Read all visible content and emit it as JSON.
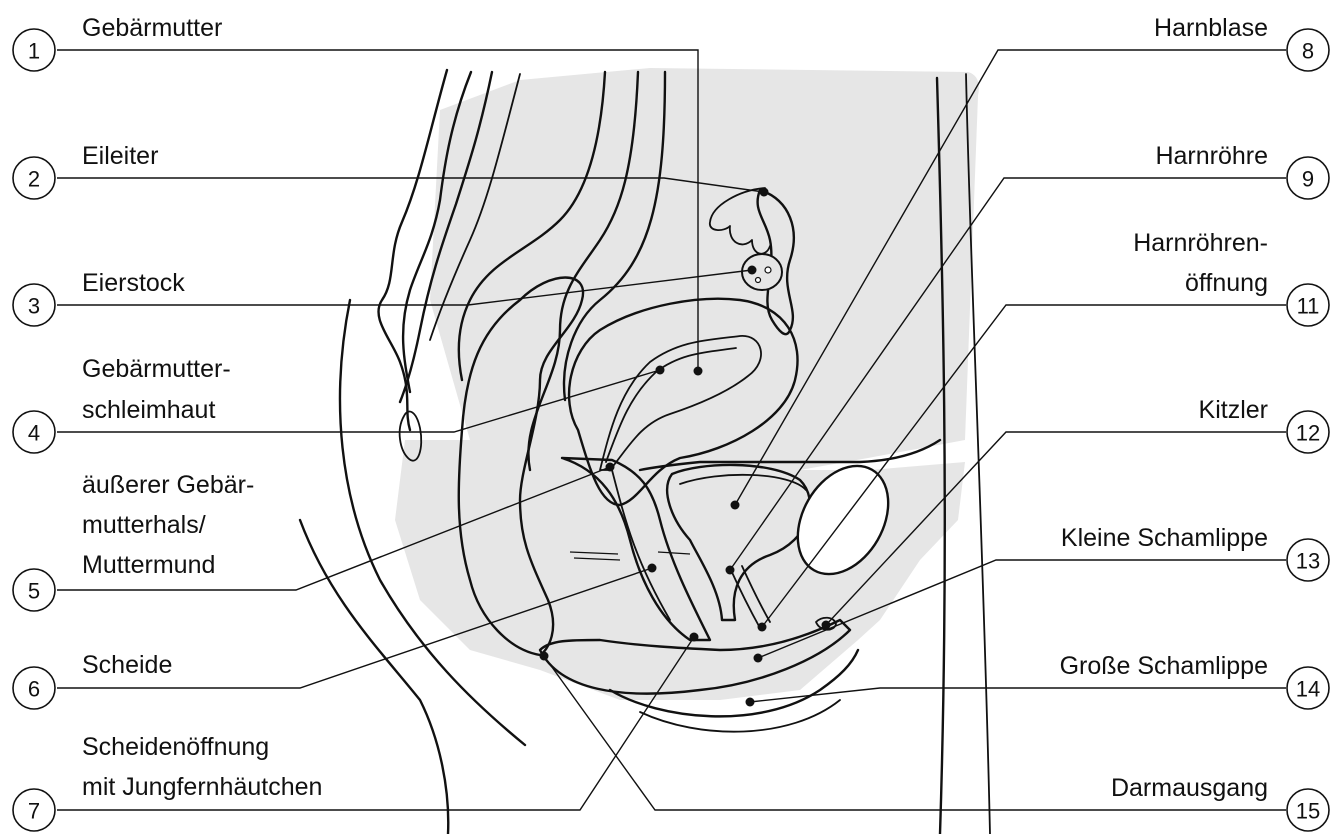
{
  "labels": [
    {
      "num": "1",
      "text_lines": [
        "Gebärmutter"
      ]
    },
    {
      "num": "2",
      "text_lines": [
        "Eileiter"
      ]
    },
    {
      "num": "3",
      "text_lines": [
        "Eierstock"
      ]
    },
    {
      "num": "4",
      "text_lines": [
        "Gebärmutter-",
        "schleimhaut"
      ]
    },
    {
      "num": "5",
      "text_lines": [
        "äußerer Gebär-",
        "mutterhals/",
        "Muttermund"
      ]
    },
    {
      "num": "6",
      "text_lines": [
        "Scheide"
      ]
    },
    {
      "num": "7",
      "text_lines": [
        "Scheidenöffnung",
        "mit Jungfernhäutchen"
      ]
    },
    {
      "num": "8",
      "text_lines": [
        "Harnblase"
      ]
    },
    {
      "num": "9",
      "text_lines": [
        "Harnröhre"
      ]
    },
    {
      "num": "11",
      "text_lines": [
        "Harnröhren-",
        "öffnung"
      ]
    },
    {
      "num": "12",
      "text_lines": [
        "Kitzler"
      ]
    },
    {
      "num": "13",
      "text_lines": [
        "Kleine Schamlippe"
      ]
    },
    {
      "num": "14",
      "text_lines": [
        "Große Schamlippe"
      ]
    },
    {
      "num": "15",
      "text_lines": [
        "Darmausgang"
      ]
    }
  ],
  "colors": {
    "ink": "#111111",
    "tissue_light": "#e6e6e6",
    "tissue_mid": "#cfcfcf",
    "tissue_dark": "#a8a8a8",
    "background": "#ffffff"
  }
}
